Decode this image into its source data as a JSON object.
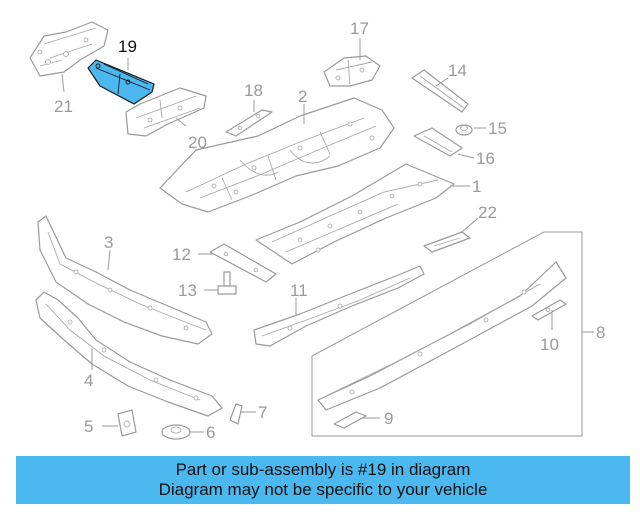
{
  "colors": {
    "highlight": "#4cb8f0",
    "line": "#9a9a9a",
    "active_label": "#111111"
  },
  "callouts": {
    "c1": "1",
    "c2": "2",
    "c3": "3",
    "c4": "4",
    "c5": "5",
    "c6": "6",
    "c7": "7",
    "c8": "8",
    "c9": "9",
    "c10": "10",
    "c11": "11",
    "c12": "12",
    "c13": "13",
    "c14": "14",
    "c15": "15",
    "c16": "16",
    "c17": "17",
    "c18": "18",
    "c19": "19",
    "c20": "20",
    "c21": "21",
    "c22": "22"
  },
  "highlighted_part": "19",
  "banner": {
    "line1": "Part or sub-assembly is #19 in diagram",
    "line2": "Diagram may not be specific to your vehicle"
  }
}
